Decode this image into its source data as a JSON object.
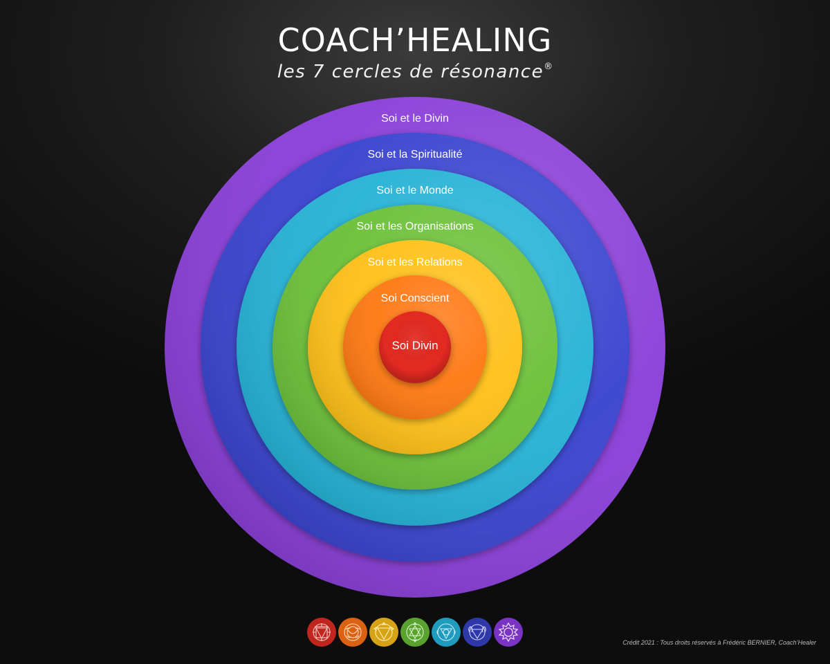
{
  "header": {
    "title": "COACH’HEALING",
    "subtitle": "les 7 cercles de résonance",
    "subtitle_mark": "®"
  },
  "circles": [
    {
      "label": "Soi et le Divin",
      "color": "#8a3fd8"
    },
    {
      "label": "Soi et la Spiritualité",
      "color": "#3b45cf"
    },
    {
      "label": "Soi et le Monde",
      "color": "#27b3d6"
    },
    {
      "label": "Soi et les Organisations",
      "color": "#6dc13b"
    },
    {
      "label": "Soi et les Relations",
      "color": "#ffc019"
    },
    {
      "label": "Soi Conscient",
      "color": "#ff7a16"
    },
    {
      "label": "Soi Divin",
      "color": "#e32a22"
    }
  ],
  "chakra_icons": [
    {
      "name": "root-chakra-icon",
      "color": "#c0261e"
    },
    {
      "name": "sacral-chakra-icon",
      "color": "#dc6213"
    },
    {
      "name": "solar-plexus-chakra-icon",
      "color": "#d6a316"
    },
    {
      "name": "heart-chakra-icon",
      "color": "#5aa230"
    },
    {
      "name": "throat-chakra-icon",
      "color": "#1f9bbd"
    },
    {
      "name": "third-eye-chakra-icon",
      "color": "#2f38a8"
    },
    {
      "name": "crown-chakra-icon",
      "color": "#7a34c4"
    }
  ],
  "footer": {
    "credit": "Crédit 2021 : Tous droits réservés à Frédéric BERNIER, Coach’Healer"
  }
}
